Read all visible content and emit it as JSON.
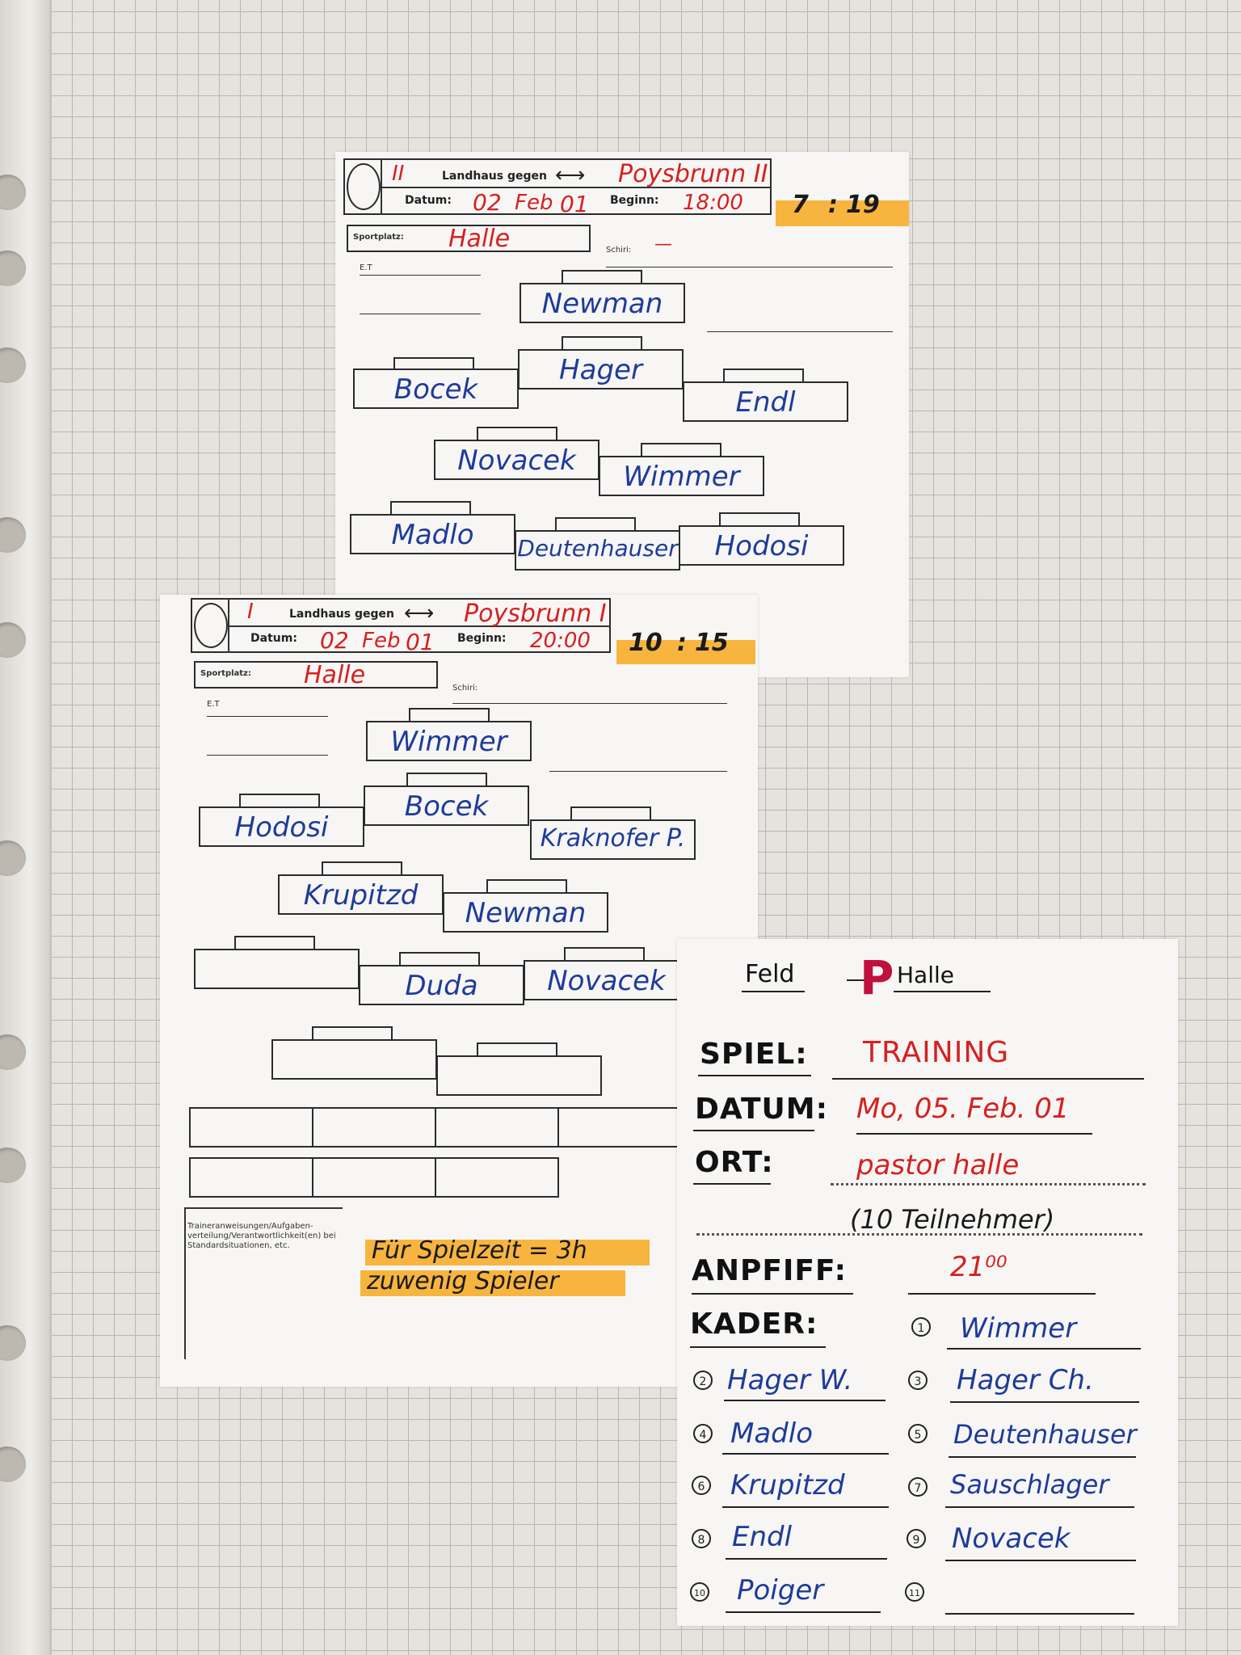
{
  "sheet1": {
    "team": "II",
    "landhaus": "Landhaus gegen",
    "opponent": "Poysbrunn II",
    "datum_label": "Datum:",
    "day": "02",
    "month": "Feb",
    "year": "01",
    "beginn_label": "Beginn:",
    "time": "18:00",
    "score_home": "7",
    "score_away": "19",
    "sportplatz_label": "Sportplatz:",
    "sportplatz": "Halle",
    "schiri_label": "Schiri:",
    "schiri": "—",
    "et_label": "E.T",
    "players": [
      "Newman",
      "Bocek",
      "Hager",
      "Endl",
      "Novacek",
      "Wimmer",
      "Madlo",
      "Deutenhauser",
      "Hodosi"
    ]
  },
  "sheet2": {
    "team": "I",
    "landhaus": "Landhaus gegen",
    "opponent": "Poysbrunn I",
    "datum_label": "Datum:",
    "day": "02",
    "month": "Feb",
    "year": "01",
    "beginn_label": "Beginn:",
    "time": "20:00",
    "score_home": "10",
    "score_away": "15",
    "sportplatz_label": "Sportplatz:",
    "sportplatz": "Halle",
    "schiri_label": "Schiri:",
    "et_label": "E.T",
    "players": [
      "Wimmer",
      "Hodosi",
      "Bocek",
      "Kraknofer P.",
      "Krupitzd",
      "Newman",
      "Duda",
      "Novacek"
    ],
    "trainer_note": "Traineranweisungen/Aufgaben-verteilung/Verantwortlichkeit(en) bei Standardsituationen, etc.",
    "note1": "Für Spielzeit = 3h",
    "note2": "zuwenig Spieler"
  },
  "training": {
    "feld_label": "Feld",
    "halle_label": "Halle",
    "check_mark": "P",
    "spiel_label": "SPIEL:",
    "spiel_value": "TRAINING",
    "datum_label": "DATUM:",
    "datum_value": "Mo, 05. Feb. 01",
    "ort_label": "ORT:",
    "ort_value": "pastor halle",
    "teilnehmer": "(10 Teilnehmer)",
    "anpfiff_label": "ANPFIFF:",
    "anpfiff_value": "21⁰⁰",
    "kader_label": "KADER:",
    "kader": [
      {
        "n": "1",
        "name": "Wimmer"
      },
      {
        "n": "2",
        "name": "Hager W."
      },
      {
        "n": "3",
        "name": "Hager Ch."
      },
      {
        "n": "4",
        "name": "Madlo"
      },
      {
        "n": "5",
        "name": "Deutenhauser"
      },
      {
        "n": "6",
        "name": "Krupitzd"
      },
      {
        "n": "7",
        "name": "Sauschlager"
      },
      {
        "n": "8",
        "name": "Endl"
      },
      {
        "n": "9",
        "name": "Novacek"
      },
      {
        "n": "10",
        "name": "Poiger"
      },
      {
        "n": "11",
        "name": ""
      }
    ]
  }
}
